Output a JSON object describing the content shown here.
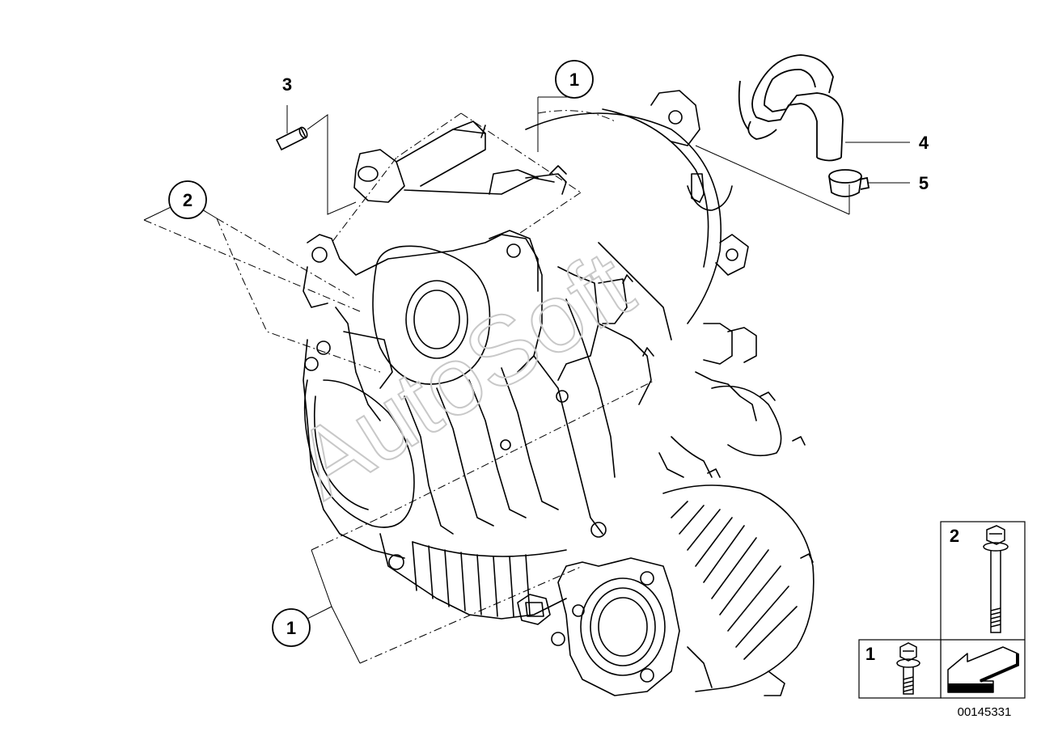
{
  "watermark": "AutoSoft",
  "callouts": {
    "c1_top": "1",
    "c2_left": "2",
    "c1_bottom": "1"
  },
  "labels": {
    "l3": "3",
    "l4": "4",
    "l5": "5"
  },
  "legend": {
    "item_1": "1",
    "item_2": "2"
  },
  "reference_id": "00145331",
  "colors": {
    "line": "#000000",
    "watermark": "#c8c8c8",
    "background": "#ffffff"
  }
}
